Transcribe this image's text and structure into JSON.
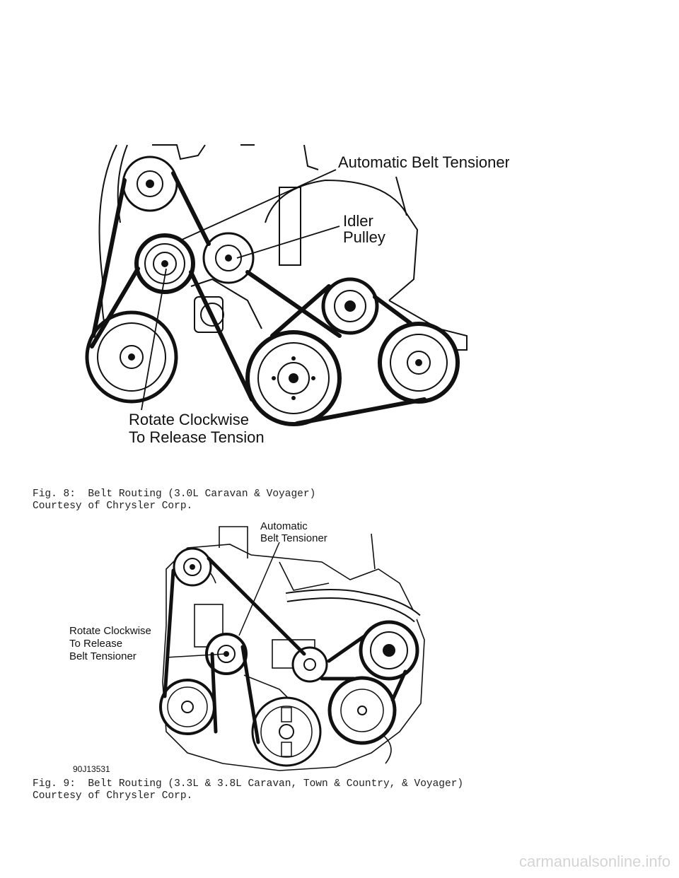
{
  "figure8": {
    "labels": {
      "tensioner": "Automatic Belt Tensioner",
      "idler_1": "Idler",
      "idler_2": "Pulley",
      "rotate_1": "Rotate Clockwise",
      "rotate_2": "To Release Tension"
    },
    "caption_line1": "Fig. 8:  Belt Routing (3.0L Caravan & Voyager)",
    "caption_line2": "Courtesy of Chrysler Corp."
  },
  "figure9": {
    "labels": {
      "tensioner_1": "Automatic",
      "tensioner_2": "Belt Tensioner",
      "rotate_1": "Rotate Clockwise",
      "rotate_2": "To Release",
      "rotate_3": "Belt Tensioner",
      "code": "90J13531"
    },
    "caption_line1": "Fig. 9:  Belt Routing (3.3L & 3.8L Caravan, Town & Country, & Voyager)",
    "caption_line2": "Courtesy of Chrysler Corp."
  },
  "watermark": "carmanualsonline.info"
}
